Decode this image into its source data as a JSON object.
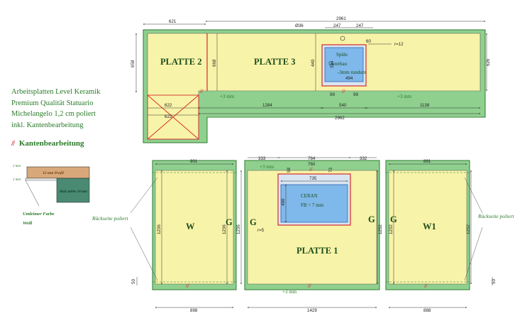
{
  "spec_lines": [
    "Arbeitsplatten Level Keramik",
    "Premium Qualität Statuario",
    "Michelangelo 1,2 cm poliert",
    "inkl. Kantenbearbeitung"
  ],
  "edge_legend": {
    "mark": "//",
    "label": "Kantenbearbeitung"
  },
  "profile": {
    "top_thickness": "2 mm",
    "bottom_thickness": "2 mm",
    "top_label": "12 mm Profil",
    "bottom_label": "Holz stärke 18 mm",
    "note_line1": "Umleimer Farbe",
    "note_line2": "Weiß"
  },
  "upper": {
    "plate2_label": "PLATTE 2",
    "plate3_label": "PLATTE 3",
    "dim_top_left": "621",
    "dim_overall_top": "2961",
    "dim_diameter": "Ø36",
    "dim_tap_left": "247",
    "dim_tap_right": "247",
    "dim_left_side": "658",
    "dim_plate2_height": "668",
    "dim_sink_top": "440",
    "dim_right_side": "626",
    "dim_corner_1": "622",
    "dim_corner_2": "622",
    "dim_lower_left": "1284",
    "dim_sink_width": "540",
    "dim_lower_right": "1138",
    "dim_overall_bottom": "2962",
    "dim_sink_bottom_left": "99",
    "dim_sink_bottom_right": "99",
    "dim_sink_top_right": "60",
    "radius": "r=12",
    "plus3_a": "+3 mm",
    "plus3_b": "+3 mm",
    "sink_line1": "Spüle",
    "sink_line2": "Unterbau",
    "sink_line3": "-3mm rundum",
    "sink_inner_height": "394",
    "sink_inner_width": "494"
  },
  "lower": {
    "w_label": "W",
    "w1_label": "W1",
    "platte1_label": "PLATTE 1",
    "g_mark": "G",
    "back_left": "Rückseite poliert",
    "back_right": "Rückseite poliert",
    "dim_w_top": "901",
    "dim_w_bottom": "898",
    "dim_w_left": "1236",
    "dim_w_right": "1236",
    "dim_p1_left": "1236",
    "dim_p1_right": "1232",
    "dim_p1_top_left": "333",
    "dim_p1_top_mid": "764",
    "dim_p1_top_mid2": "760",
    "dim_p1_top_right": "332",
    "dim_p1_bottom": "1429",
    "dim_w1_top": "891",
    "dim_w1_bottom": "888",
    "dim_w1_left": "1232",
    "dim_w1_right": "1232",
    "dim_left_50": "50",
    "dim_right_50": "50",
    "dim_small_98": "98",
    "dim_small_73": "73",
    "cooktop_width": "735",
    "cooktop_height": "490",
    "cooktop_label": "CERAN",
    "cooktop_sub": "FB = 7 mm",
    "radius": "r=5",
    "plus3_top": "+3 mm",
    "plus3_bottom": "+3 mm"
  },
  "colors": {
    "slab": "#f7f3a8",
    "frame": "#8fd08f",
    "frame_border": "#2f7a2f",
    "cutout": "#7fb8ea",
    "red": "#d42a2a",
    "text_green": "#2a7a2a"
  }
}
